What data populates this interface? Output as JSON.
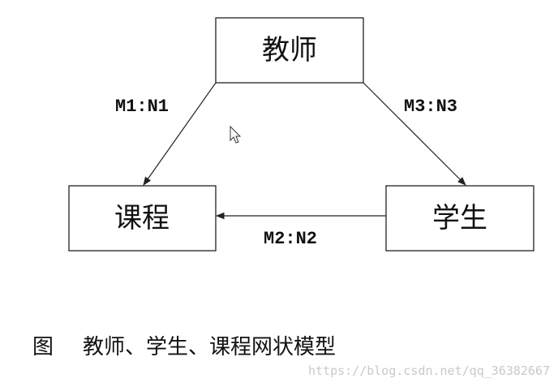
{
  "nodes": {
    "teacher": "教师",
    "course": "课程",
    "student": "学生"
  },
  "edges": {
    "teacher_course": "M1:N1",
    "teacher_student": "M3:N3",
    "student_course": "M2:N2"
  },
  "caption": {
    "label": "图",
    "text": "教师、学生、课程网状模型"
  },
  "watermark": "https://blog.csdn.net/qq_36382667",
  "colors": {
    "stroke": "#222222",
    "text": "#111111",
    "watermark": "#c9c9c9"
  },
  "icons": {
    "cursor": "mouse-pointer-icon"
  }
}
